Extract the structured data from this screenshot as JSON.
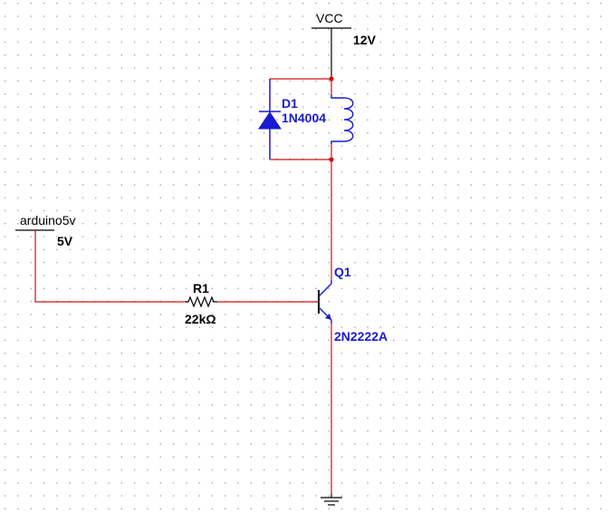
{
  "schematic": {
    "power_rails": {
      "vcc": {
        "name": "VCC",
        "value": "12V"
      },
      "input": {
        "name": "arduino5v",
        "value": "5V"
      }
    },
    "components": {
      "diode": {
        "ref": "D1",
        "model": "1N4004"
      },
      "resistor": {
        "ref": "R1",
        "value": "22kΩ"
      },
      "transistor": {
        "ref": "Q1",
        "model": "2N2222A"
      }
    },
    "colors": {
      "wire": "#d01010",
      "component": "#1a1ad0",
      "text": "#000000",
      "grid_dot": "#9a9a9a"
    }
  }
}
